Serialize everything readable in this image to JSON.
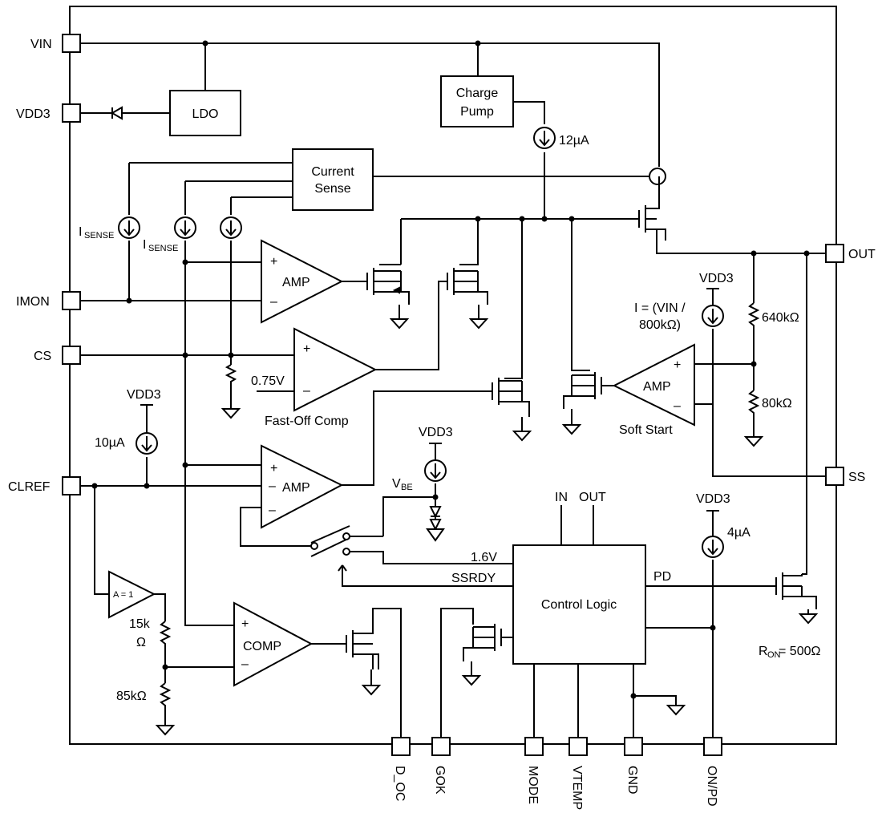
{
  "pins": {
    "vin": "VIN",
    "vdd3": "VDD3",
    "imon": "IMON",
    "cs": "CS",
    "clref": "CLREF",
    "out": "OUT",
    "ss": "SS",
    "d_oc": "D_OC",
    "gok": "GOK",
    "mode": "MODE",
    "vtemp": "VTEMP",
    "gnd": "GND",
    "on_pd": "ON/PD"
  },
  "blocks": {
    "ldo": "LDO",
    "charge_pump_1": "Charge",
    "charge_pump_2": "Pump",
    "current_sense_1": "Current",
    "current_sense_2": "Sense",
    "amp_main": "AMP",
    "amp_ss": "AMP",
    "amp_cl": "AMP",
    "comp": "COMP",
    "control_logic": "Control Logic",
    "buffer": "A = 1"
  },
  "labels": {
    "i12": "12µA",
    "isense_a_main": "I",
    "isense_a_sub": "SENSE",
    "isense_b_main": "I",
    "isense_b_sub": "SENSE",
    "vdd3_ss": "VDD3",
    "i_vin_1": "I = (VIN /",
    "i_vin_2": "800kΩ)",
    "r640": "640kΩ",
    "r80": "80kΩ",
    "soft_start": "Soft Start",
    "v075": "0.75V",
    "fast_off": "Fast-Off Comp",
    "vdd3_clref": "VDD3",
    "i10": "10µA",
    "vdd3_vbe": "VDD3",
    "vbe_main": "V",
    "vbe_sub": "BE",
    "v16": "1.6V",
    "ssrdy": "SSRDY",
    "in": "IN",
    "out": "OUT",
    "pd": "PD",
    "vdd3_onpd": "VDD3",
    "i4": "4µA",
    "ron_main": "R",
    "ron_sub": "ON",
    "ron_val": " = 500Ω",
    "r15k_1": "15k",
    "r15k_2": "Ω",
    "r85k": "85kΩ",
    "plus": "+",
    "minus": "–"
  }
}
